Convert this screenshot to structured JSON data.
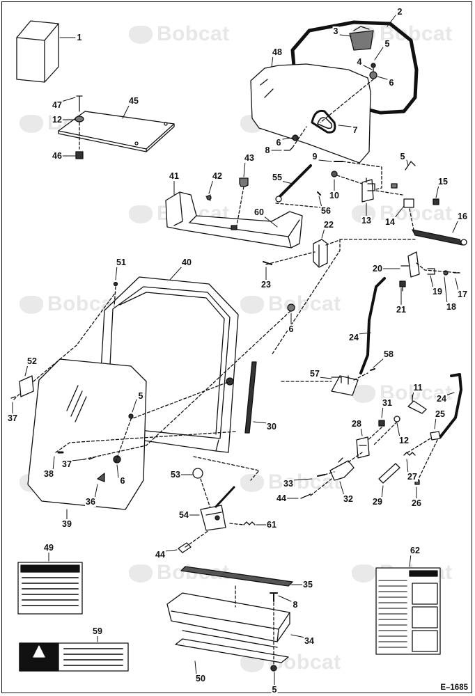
{
  "brand_watermark": "Bobcat",
  "figure_code": "E–1685",
  "callouts": [
    {
      "id": "c1",
      "text": "1"
    },
    {
      "id": "c2",
      "text": "2"
    },
    {
      "id": "c3",
      "text": "3"
    },
    {
      "id": "c4",
      "text": "4"
    },
    {
      "id": "c5a",
      "text": "5"
    },
    {
      "id": "c6a",
      "text": "6"
    },
    {
      "id": "c7",
      "text": "7"
    },
    {
      "id": "c6b",
      "text": "6"
    },
    {
      "id": "c8a",
      "text": "8"
    },
    {
      "id": "c48",
      "text": "48"
    },
    {
      "id": "c47",
      "text": "47"
    },
    {
      "id": "c45",
      "text": "45"
    },
    {
      "id": "c12a",
      "text": "12"
    },
    {
      "id": "c46",
      "text": "46"
    },
    {
      "id": "c9",
      "text": "9"
    },
    {
      "id": "c5b",
      "text": "5"
    },
    {
      "id": "c43",
      "text": "43"
    },
    {
      "id": "c41",
      "text": "41"
    },
    {
      "id": "c42",
      "text": "42"
    },
    {
      "id": "c55",
      "text": "55"
    },
    {
      "id": "c10",
      "text": "10"
    },
    {
      "id": "c56",
      "text": "56"
    },
    {
      "id": "c13",
      "text": "13"
    },
    {
      "id": "c14",
      "text": "14"
    },
    {
      "id": "c15",
      "text": "15"
    },
    {
      "id": "c60",
      "text": "60"
    },
    {
      "id": "c16",
      "text": "16"
    },
    {
      "id": "c22",
      "text": "22"
    },
    {
      "id": "c51",
      "text": "51"
    },
    {
      "id": "c40",
      "text": "40"
    },
    {
      "id": "c23",
      "text": "23"
    },
    {
      "id": "c20",
      "text": "20"
    },
    {
      "id": "c19",
      "text": "19"
    },
    {
      "id": "c17",
      "text": "17"
    },
    {
      "id": "c18",
      "text": "18"
    },
    {
      "id": "c21",
      "text": "21"
    },
    {
      "id": "c6c",
      "text": "6"
    },
    {
      "id": "c24a",
      "text": "24"
    },
    {
      "id": "c52",
      "text": "52"
    },
    {
      "id": "c58",
      "text": "58"
    },
    {
      "id": "c57",
      "text": "57"
    },
    {
      "id": "c11",
      "text": "11"
    },
    {
      "id": "c24b",
      "text": "24"
    },
    {
      "id": "c37a",
      "text": "37"
    },
    {
      "id": "c5c",
      "text": "5"
    },
    {
      "id": "c31",
      "text": "31"
    },
    {
      "id": "c30",
      "text": "30"
    },
    {
      "id": "c25",
      "text": "25"
    },
    {
      "id": "c28",
      "text": "28"
    },
    {
      "id": "c12b",
      "text": "12"
    },
    {
      "id": "c37b",
      "text": "37"
    },
    {
      "id": "c38",
      "text": "38"
    },
    {
      "id": "c6d",
      "text": "6"
    },
    {
      "id": "c27",
      "text": "27"
    },
    {
      "id": "c53",
      "text": "53"
    },
    {
      "id": "c33",
      "text": "33"
    },
    {
      "id": "c36",
      "text": "36"
    },
    {
      "id": "c44a",
      "text": "44"
    },
    {
      "id": "c32",
      "text": "32"
    },
    {
      "id": "c29",
      "text": "29"
    },
    {
      "id": "c26",
      "text": "26"
    },
    {
      "id": "c39",
      "text": "39"
    },
    {
      "id": "c54",
      "text": "54"
    },
    {
      "id": "c61",
      "text": "61"
    },
    {
      "id": "c44b",
      "text": "44"
    },
    {
      "id": "c49",
      "text": "49"
    },
    {
      "id": "c62",
      "text": "62"
    },
    {
      "id": "c35",
      "text": "35"
    },
    {
      "id": "c8b",
      "text": "8"
    },
    {
      "id": "c59",
      "text": "59"
    },
    {
      "id": "c34",
      "text": "34"
    },
    {
      "id": "c50",
      "text": "50"
    },
    {
      "id": "c5d",
      "text": "5"
    }
  ]
}
